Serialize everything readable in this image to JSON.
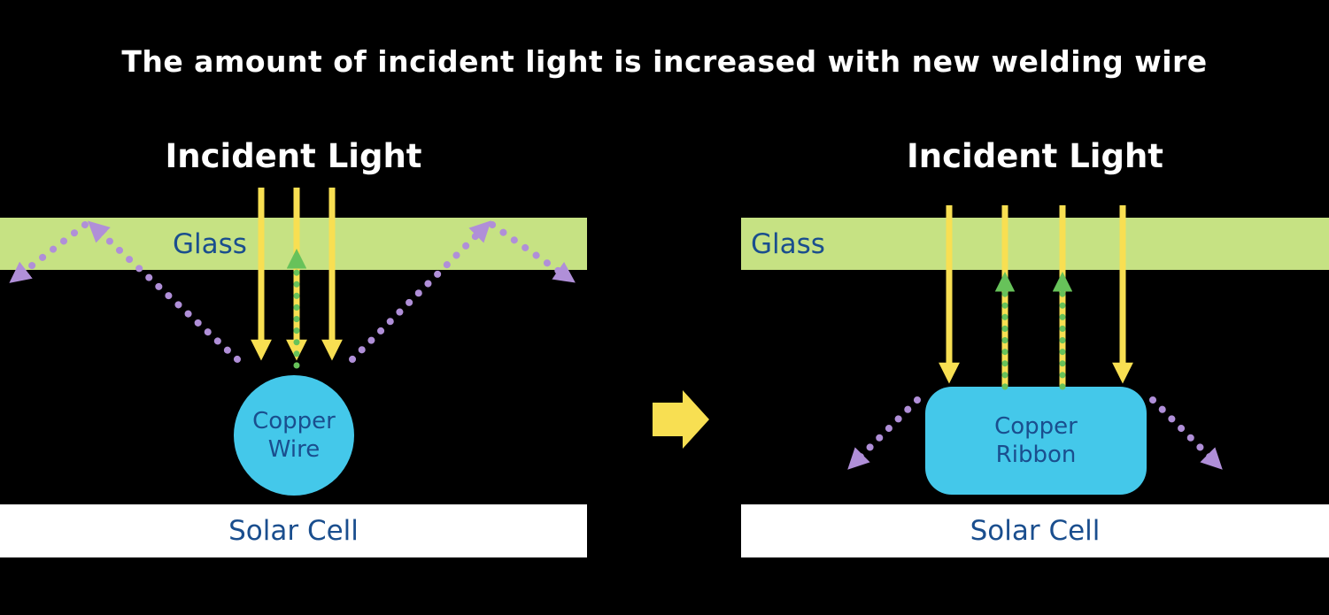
{
  "title": "The amount of incident light is increased with new welding wire",
  "panels": {
    "left": {
      "incident_light": "Incident Light",
      "glass": "Glass",
      "copper_line1": "Copper",
      "copper_line2": "Wire",
      "solar_cell": "Solar Cell"
    },
    "right": {
      "incident_light": "Incident Light",
      "glass": "Glass",
      "copper_line1": "Copper",
      "copper_line2": "Ribbon",
      "solar_cell": "Solar Cell"
    }
  },
  "colors": {
    "background": "#000000",
    "title": "#ffffff",
    "glass": "#c6e283",
    "label": "#1a4e8e",
    "ray_yellow": "#f8df52",
    "ray_green": "#67c25a",
    "ray_purple": "#b08fd8",
    "copper": "#44c8ea",
    "solar_cell": "#ffffff"
  }
}
